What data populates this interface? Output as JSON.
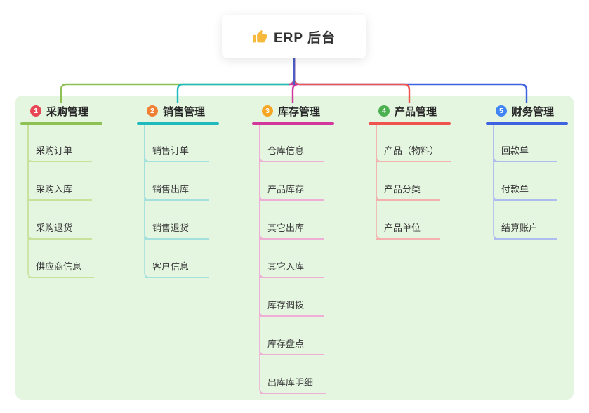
{
  "root": {
    "label": "ERP 后台",
    "icon": "thumbs-up-icon"
  },
  "branches": [
    {
      "number": "1",
      "label": "采购管理",
      "badge_color": "#e84855",
      "line_color": "#8dc153",
      "child_line_color": "#c9e29b",
      "children": [
        "采购订单",
        "采购入库",
        "采购退货",
        "供应商信息"
      ]
    },
    {
      "number": "2",
      "label": "销售管理",
      "badge_color": "#f08036",
      "line_color": "#1fb9be",
      "child_line_color": "#a3e0de",
      "children": [
        "销售订单",
        "销售出库",
        "销售退货",
        "客户信息"
      ]
    },
    {
      "number": "3",
      "label": "库存管理",
      "badge_color": "#f6a623",
      "line_color": "#d2389c",
      "child_line_color": "#eeaed6",
      "children": [
        "仓库信息",
        "产品库存",
        "其它出库",
        "其它入库",
        "库存调拨",
        "库存盘点",
        "出库库明细"
      ]
    },
    {
      "number": "4",
      "label": "产品管理",
      "badge_color": "#4caf50",
      "line_color": "#ef5350",
      "child_line_color": "#f4b1ae",
      "children": [
        "产品（物料）",
        "产品分类",
        "产品单位"
      ]
    },
    {
      "number": "5",
      "label": "财务管理",
      "badge_color": "#4285f4",
      "line_color": "#3f63e0",
      "child_line_color": "#aebcf0",
      "children": [
        "回款单",
        "付款单",
        "结算账户"
      ]
    }
  ],
  "colors": {
    "board_bg": "#e4f5e0",
    "root_connector": "#4a5ec4",
    "icon_color": "#f6b93b"
  }
}
